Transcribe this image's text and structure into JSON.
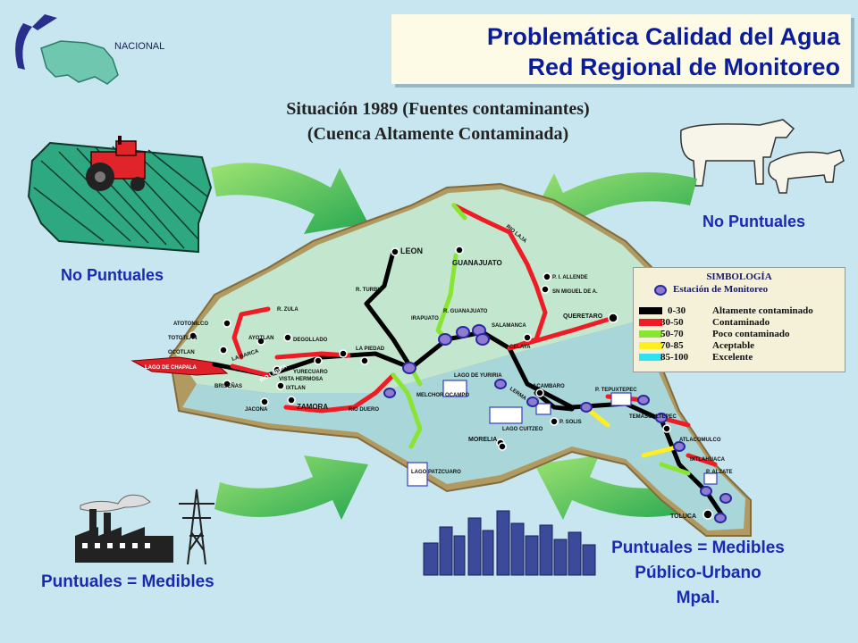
{
  "header": {
    "logo_text": "NACIONAL",
    "title_line1": "Problemática Calidad del Agua",
    "title_line2": "Red Regional de Monitoreo"
  },
  "situation": {
    "line1": "Situación 1989 (Fuentes contaminantes)",
    "line2": "(Cuenca Altamente Contaminada)"
  },
  "sources": {
    "left_nonpoint": "No Puntuales",
    "right_nonpoint": "No Puntuales",
    "left_point": "Puntuales = Medibles",
    "right_point_line1": "Puntuales = Medibles",
    "right_point_line2": "Público-Urbano",
    "right_point_line3": "Mpal."
  },
  "legend": {
    "title": "SIMBOLOGÍA",
    "station_label": "Estación de Monitoreo",
    "rows": [
      {
        "range": "0-30",
        "label": "Altamente contaminado",
        "color": "#000000"
      },
      {
        "range": "30-50",
        "label": "Contaminado",
        "color": "#ee1c24"
      },
      {
        "range": "50-70",
        "label": "Poco contaminado",
        "color": "#88e632"
      },
      {
        "range": "70-85",
        "label": "Aceptable",
        "color": "#ffef1e"
      },
      {
        "range": "85-100",
        "label": "Excelente",
        "color": "#2ee2f0"
      }
    ]
  },
  "map_labels": {
    "leon": "LEON",
    "guanajuato": "GUANAJUATO",
    "rio_laja": "RIO LAJA",
    "p_allende": "P. I. ALLENDE",
    "san_miguel": "SN MIGUEL DE A.",
    "r_turbio": "R. TURBIO",
    "r_guanajuato": "R. GUANAJUATO",
    "irapuato": "IRAPUATO",
    "salamanca": "SALAMANCA",
    "celaya": "CELAYA",
    "queretaro": "QUERETARO",
    "r_zula": "R. ZULA",
    "atotonilco": "ATOTONILCO",
    "tototlan": "TOTOTLAN",
    "ayotlan": "AYOTLAN",
    "degollado": "DEGOLLADO",
    "ocotlan": "OCOTLAN",
    "la_barca": "LA BARCA",
    "la_piedad": "LA PIEDAD",
    "lago_chapala": "LAGO DE    CHAPALA",
    "rio_lerma": "RIO LERMA",
    "briseñas": "BRISEÑAS",
    "yurecuaro": "YURECUARO",
    "vista_hermosa": "VISTA HERMOSA",
    "ixtlan": "IXTLAN",
    "jacona": "JACONA",
    "zamora": "ZAMORA",
    "rio_duero": "RIO DUERO",
    "lago_yuriria": "LAGO DE YURIRIA",
    "melchor_ocampo": "MELCHOR OCAMPO",
    "lerma": "LERMA",
    "acambaro": "ACAMBARO",
    "tepuxtepec": "P. TEPUXTEPEC",
    "temascaltepec": "TEMASCALTEPEC",
    "solis": "P. SOLIS",
    "lago_cuitzeo": "LAGO CUITZEO",
    "morelia": "MORELIA",
    "lago_patzcuaro": "LAGO PATZCUARO",
    "atlacomulco": "ATLACOMULCO",
    "ixtlahuaca": "IXTLAHUACA",
    "alzate": "P. ALZATE",
    "toluca": "TOLUCA"
  }
}
